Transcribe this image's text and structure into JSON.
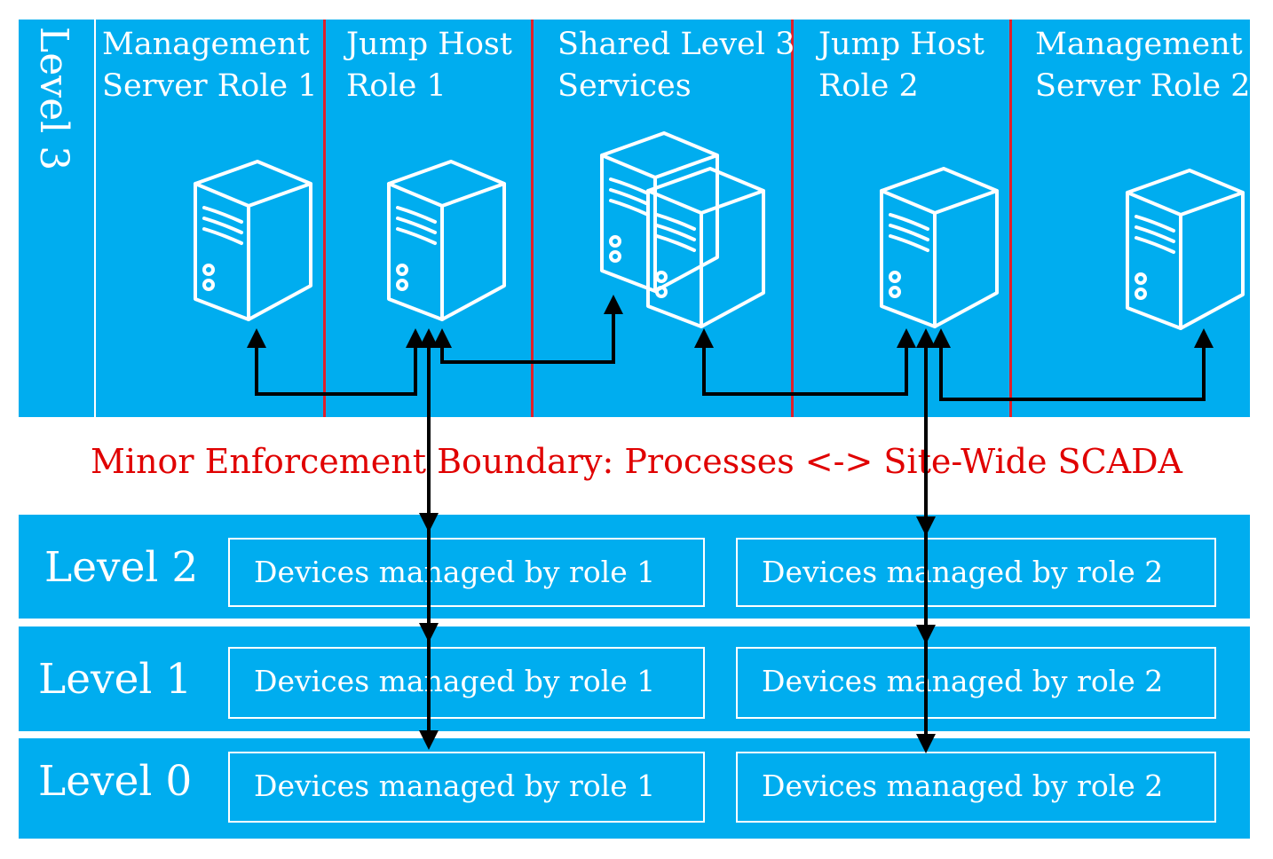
{
  "level3": {
    "label": "Level 3",
    "columns": [
      {
        "title_line1": "Management",
        "title_line2": "Server Role 1"
      },
      {
        "title_line1": "Jump Host",
        "title_line2": "Role 1"
      },
      {
        "title_line1": "Shared Level 3",
        "title_line2": "Services"
      },
      {
        "title_line1": "Jump Host",
        "title_line2": "Role 2"
      },
      {
        "title_line1": "Management",
        "title_line2": "Server Role 2"
      }
    ]
  },
  "boundary_text": "Minor Enforcement Boundary: Processes <-> Site-Wide SCADA",
  "levels": [
    {
      "label": "Level 2",
      "role1": "Devices managed by role 1",
      "role2": "Devices managed by role 2"
    },
    {
      "label": "Level 1",
      "role1": "Devices managed by role 1",
      "role2": "Devices managed by role 2"
    },
    {
      "label": "Level 0",
      "role1": "Devices managed by role 1",
      "role2": "Devices managed by role 2"
    }
  ],
  "colors": {
    "panel": "#00adef",
    "divider": "#e0202a",
    "boundary_text": "#e00000",
    "arrow": "#000000",
    "icon": "#ffffff"
  },
  "icons": [
    "server-icon",
    "server-icon",
    "server-cluster-icon",
    "server-icon",
    "server-icon"
  ]
}
